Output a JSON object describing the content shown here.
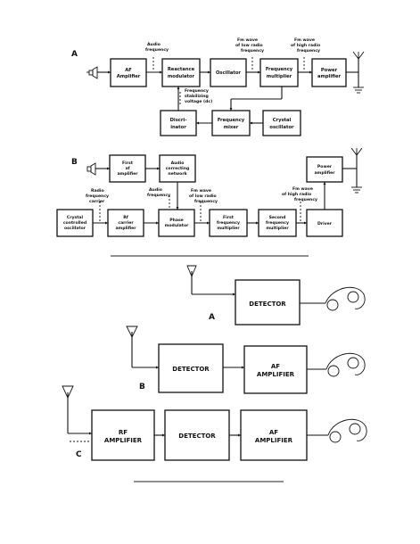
{
  "figure_top": {
    "section": "A",
    "blocks": {
      "af_amp": [
        "AF",
        "Amplifier"
      ],
      "react": [
        "Reactance",
        "modulator"
      ],
      "osc": [
        "Oscillator"
      ],
      "fmult": [
        "Frequency",
        "multiplier"
      ],
      "pamp": [
        "Power",
        "amplifier"
      ],
      "disc": [
        "Discri-",
        "inator"
      ],
      "fmix": [
        "Frequency",
        "mixer"
      ],
      "xosc": [
        "Crystal",
        "oscillator"
      ]
    },
    "notes": {
      "audio": [
        "Audio",
        "frequency"
      ],
      "fm_low": [
        "Fm wave",
        "of low radio",
        "frequency"
      ],
      "fm_high": [
        "Fm wave",
        "of high radio",
        "frequency"
      ],
      "stab": [
        "Frequency",
        "stabilizing",
        "voltage (dc)"
      ]
    }
  },
  "figure_mid": {
    "section": "B",
    "blocks": {
      "first_af": [
        "First",
        "af",
        "amplifier"
      ],
      "audio_corr": [
        "Audio",
        "correcting",
        "network"
      ],
      "power_amp": [
        "Power",
        "amplifier"
      ],
      "xtal": [
        "Crystal",
        "controlled",
        "oscillator"
      ],
      "rf_carrier": [
        "Rf",
        "carrier",
        "amplifier"
      ],
      "phase_mod": [
        "Phase",
        "modulator"
      ],
      "first_fm": [
        "First",
        "frequency",
        "multiplier"
      ],
      "second_fm": [
        "Second",
        "frequency",
        "multiplier"
      ],
      "driver": [
        "Driver"
      ]
    },
    "notes": {
      "radio_carrier": [
        "Radio",
        "frequency",
        "carrier"
      ],
      "audio": [
        "Audio",
        "frequency"
      ],
      "fm_low": [
        "Fm wave",
        "of low radio",
        "frequency"
      ],
      "fm_high": [
        "Fm wave",
        "of high radio",
        "frequency"
      ]
    }
  },
  "figure_bottom": {
    "a": {
      "section": "A",
      "detector": "DETECTOR"
    },
    "b": {
      "section": "B",
      "detector": "DETECTOR",
      "af": [
        "AF",
        "AMPLIFIER"
      ]
    },
    "c": {
      "section": "C",
      "rf": [
        "RF",
        "AMPLIFIER"
      ],
      "detector": "DETECTOR",
      "af": [
        "AF",
        "AMPLIFIER"
      ]
    }
  }
}
